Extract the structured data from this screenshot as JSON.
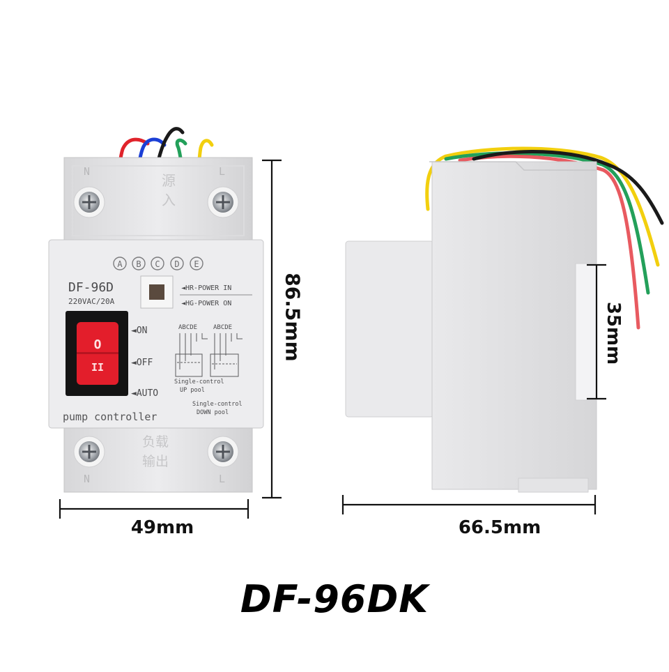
{
  "product": {
    "model_title": "DF-96DK"
  },
  "dimensions": {
    "width": "49mm",
    "height": "86.5mm",
    "depth": "66.5mm",
    "rail": "35mm"
  },
  "front_panel": {
    "terminal_top_left": "N",
    "terminal_top_right": "L",
    "terminal_bottom_left": "N",
    "terminal_bottom_right": "L",
    "chinese_top_1": "源",
    "chinese_top_2": "入",
    "chinese_bottom_1": "负载",
    "chinese_bottom_2": "输出",
    "circle_letters": [
      "A",
      "B",
      "C",
      "D",
      "E"
    ],
    "model": "DF-96D",
    "rating": "220VAC/20A",
    "indicator_hr": "◄HR-POWER IN",
    "indicator_hg": "◄HG-POWER ON",
    "switch_on": "◄ON",
    "switch_off": "◄OFF",
    "switch_auto": "◄AUTO",
    "rocker_top": "O",
    "rocker_bottom": "II",
    "wiring_letters_1": "ABCDE",
    "wiring_letters_2": "ABCDE",
    "mode_up_line1": "Single-control",
    "mode_up_line2": "UP pool",
    "mode_down_line1": "Single-control",
    "mode_down_line2": "DOWN pool",
    "footer_label": "pump controller"
  },
  "wire_colors": [
    "#e0232b",
    "#1b3fd6",
    "#1a1a1a",
    "#23a05a",
    "#f2cf0e"
  ]
}
